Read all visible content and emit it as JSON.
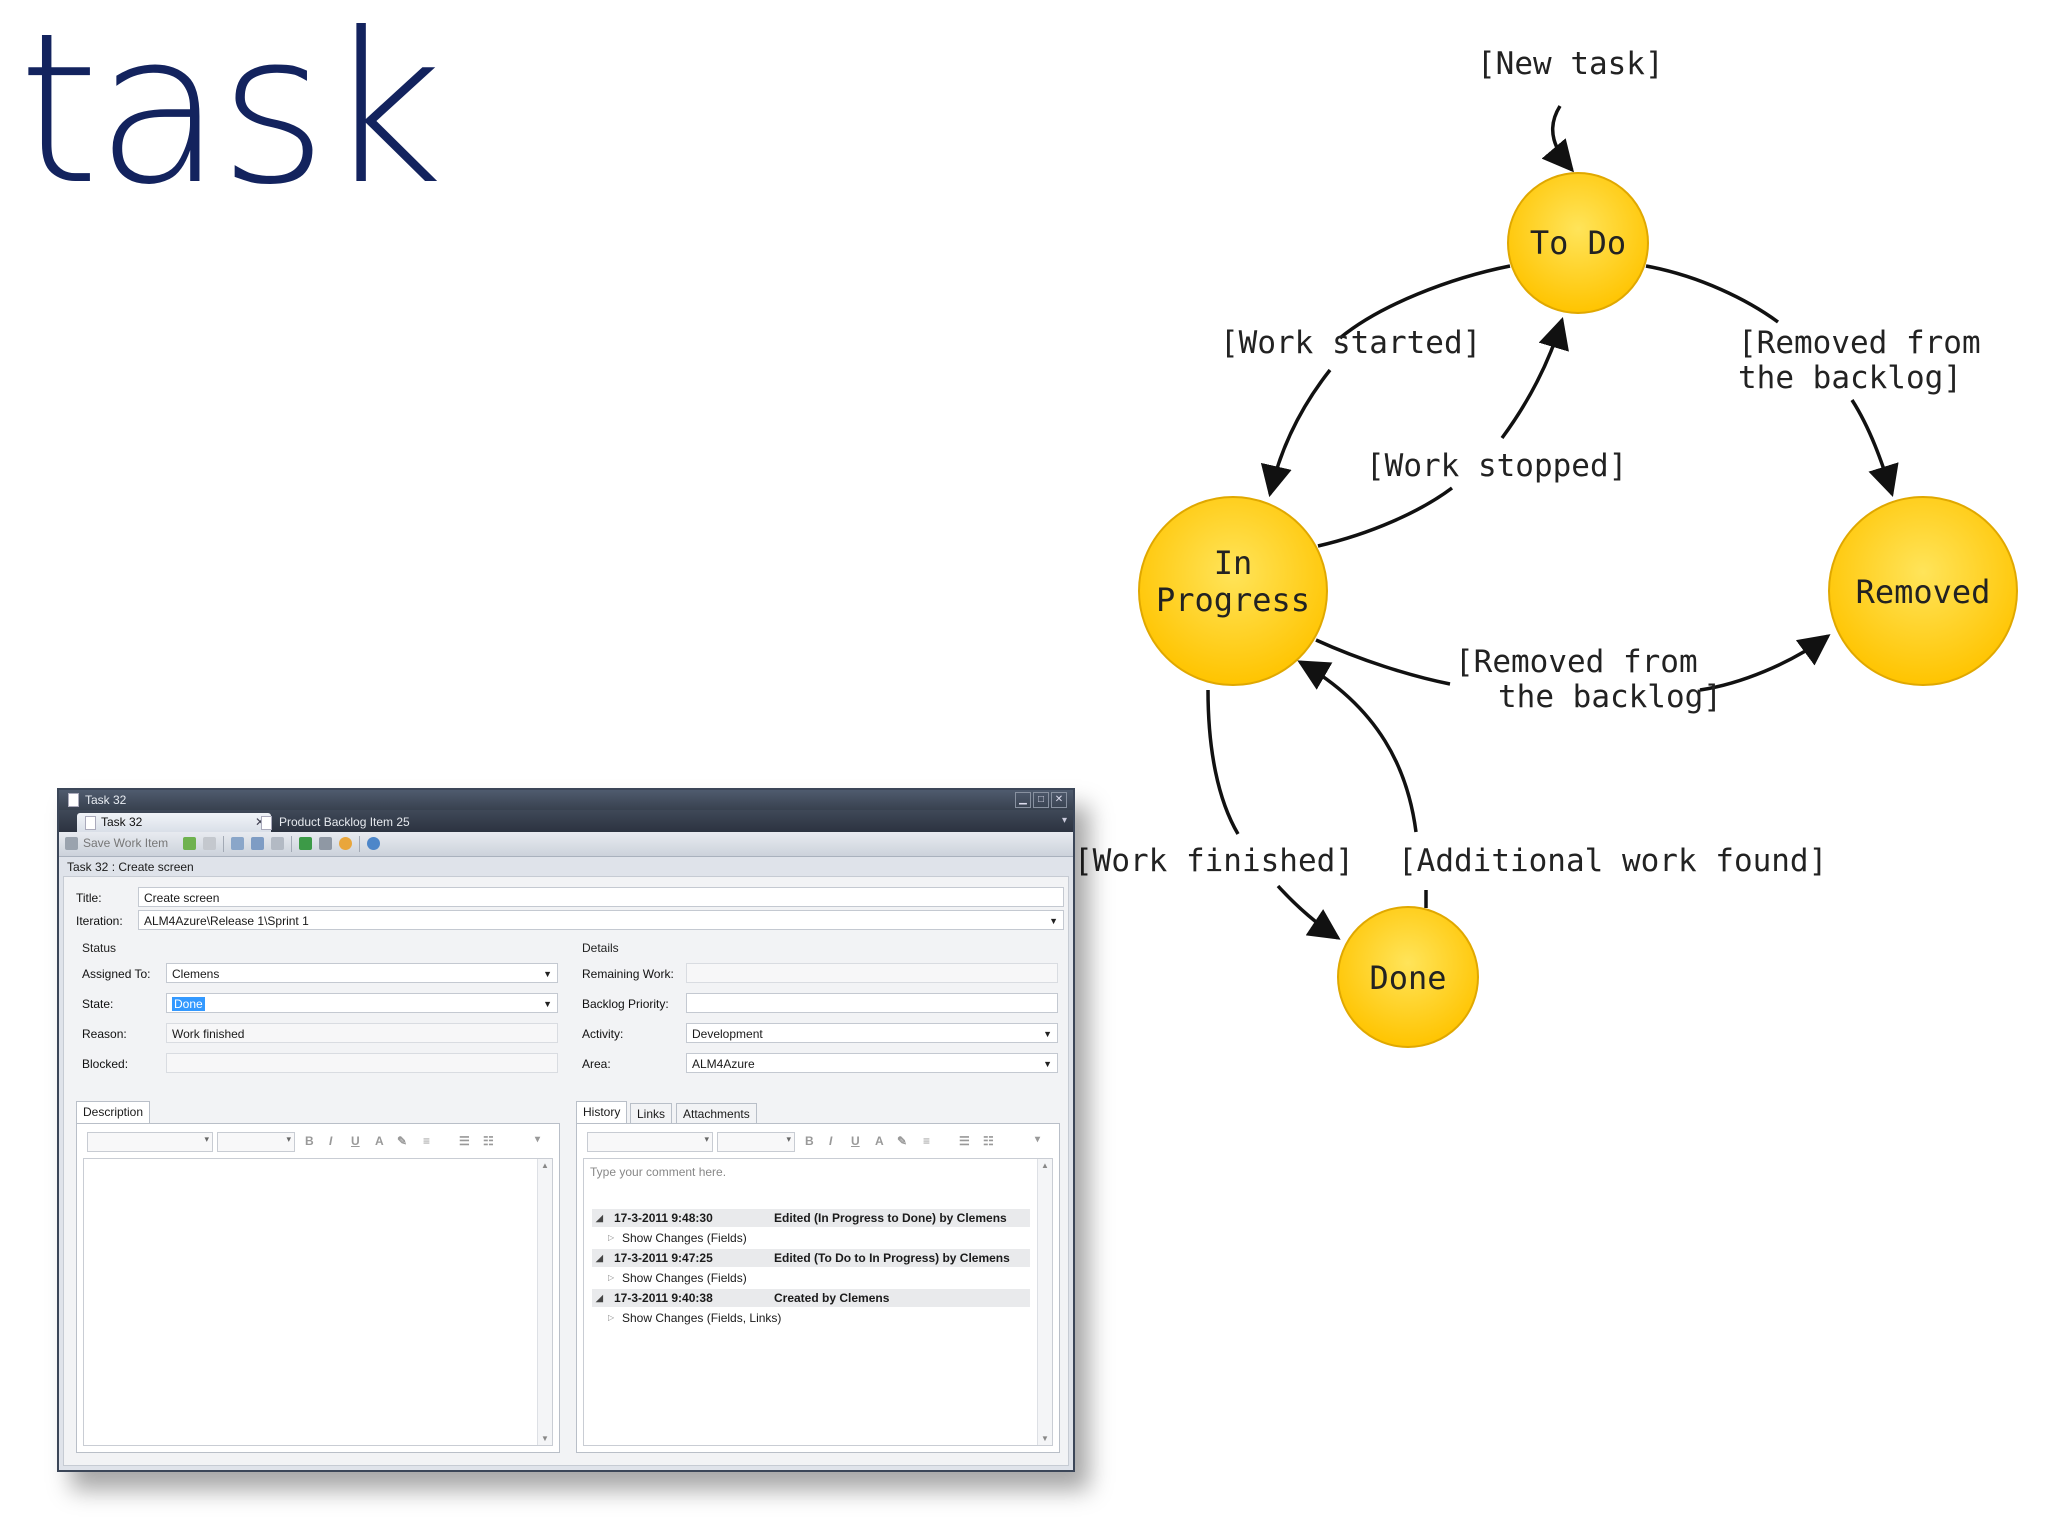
{
  "slide": {
    "title": "task"
  },
  "diagram": {
    "start_label": "[New task]",
    "nodes": {
      "todo": "To Do",
      "inprogress_line1": "In",
      "inprogress_line2": "Progress",
      "removed": "Removed",
      "done": "Done"
    },
    "edges": {
      "work_started": "[Work started]",
      "removed_backlog_top_1": "[Removed from",
      "removed_backlog_top_2": "the backlog]",
      "work_stopped": "[Work stopped]",
      "removed_backlog_mid_1": "[Removed from",
      "removed_backlog_mid_2": "the backlog]",
      "work_finished": "[Work finished]",
      "additional_work": "[Additional work found]"
    },
    "colors": {
      "node_fill": "#ffd21a",
      "node_stroke": "#e0a800",
      "edge": "#111111"
    }
  },
  "window": {
    "title": "Task 32",
    "tabs": [
      {
        "label": "Task 32",
        "close": "✕"
      },
      {
        "label": "Product Backlog Item 25"
      }
    ],
    "toolbar": {
      "save_label": "Save Work Item"
    },
    "work_item_heading": "Task 32 : Create screen",
    "title_label": "Title:",
    "title_value": "Create screen",
    "iteration_label": "Iteration:",
    "iteration_value": "ALM4Azure\\Release 1\\Sprint 1",
    "status": {
      "group": "Status",
      "assigned_label": "Assigned To:",
      "assigned_value": "Clemens",
      "state_label": "State:",
      "state_value": "Done",
      "reason_label": "Reason:",
      "reason_value": "Work finished",
      "blocked_label": "Blocked:",
      "blocked_value": ""
    },
    "details": {
      "group": "Details",
      "remaining_label": "Remaining Work:",
      "remaining_value": "",
      "priority_label": "Backlog Priority:",
      "priority_value": "",
      "activity_label": "Activity:",
      "activity_value": "Development",
      "area_label": "Area:",
      "area_value": "ALM4Azure"
    },
    "description_tab": "Description",
    "history_tabs": [
      "History",
      "Links",
      "Attachments"
    ],
    "comment_placeholder": "Type your comment here.",
    "history": [
      {
        "time": "17-3-2011 9:48:30",
        "event": "Edited (In Progress to Done) by Clemens",
        "changes": "Show Changes (Fields)"
      },
      {
        "time": "17-3-2011 9:47:25",
        "event": "Edited (To Do to In Progress) by Clemens",
        "changes": "Show Changes (Fields)"
      },
      {
        "time": "17-3-2011 9:40:38",
        "event": "Created by Clemens",
        "changes": "Show Changes (Fields, Links)"
      }
    ]
  }
}
